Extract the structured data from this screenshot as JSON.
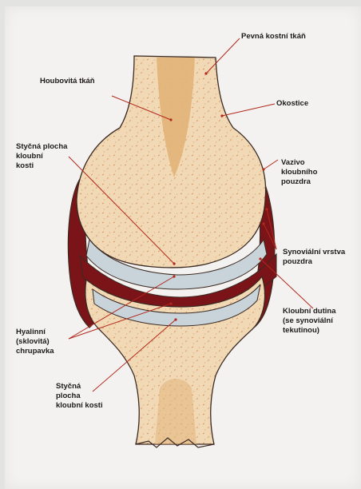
{
  "colors": {
    "bone": "#f2d9b6",
    "spongy": "#e2b378",
    "capsule": "#7a1418",
    "cartilage": "#c9d3da",
    "line": "#b1281c",
    "outline": "#3b2a22"
  },
  "labels": {
    "compact_bone": "Pevná kostní tkáň",
    "spongy_tissue": "Houbovitá tkáň",
    "periosteum": "Okostice",
    "articular_surface_top": [
      "Styčná plocha",
      "kloubní",
      "kosti"
    ],
    "fibrous_capsule": [
      "Vazivo",
      "kloubního",
      "pouzdra"
    ],
    "synovial_layer": [
      "Synoviální vrstva",
      "pouzdra"
    ],
    "joint_cavity": [
      "Kloubní dutina",
      "(se synoviální",
      "tekutinou)"
    ],
    "hyaline_cartilage": [
      "Hyalinní",
      "(sklovitá)",
      "chrupavka"
    ],
    "articular_surface_bottom": [
      "Styčná",
      "plocha",
      "kloubní kosti"
    ]
  }
}
